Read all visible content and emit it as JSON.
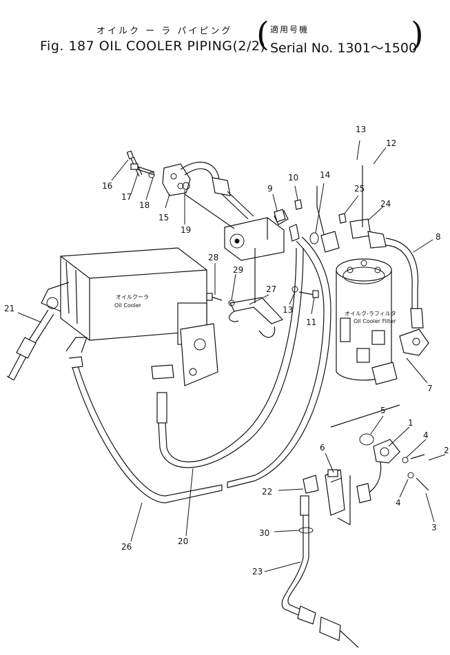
{
  "header": {
    "title_jp": "オイルク ー ラ パイピング",
    "title_en": "Fig. 187 OIL COOLER PIPING(2/2)",
    "serial_jp": "適用号機",
    "serial_en": "Serial No. 1301～1500"
  },
  "components": {
    "oil_cooler_jp": "オイルクーラ",
    "oil_cooler_en": "Oil Cooler",
    "filter_jp": "オイルク-ラフィルタ",
    "filter_en": "Oil Cooler Filter"
  },
  "callouts": {
    "n1": "1",
    "n2": "2",
    "n3": "3",
    "n4a": "4",
    "n4b": "4",
    "n5": "5",
    "n6": "6",
    "n7": "7",
    "n8": "8",
    "n9": "9",
    "n10": "10",
    "n11": "11",
    "n12": "12",
    "n13a": "13",
    "n13b": "13",
    "n14": "14",
    "n15": "15",
    "n16": "16",
    "n17": "17",
    "n18": "18",
    "n19": "19",
    "n20": "20",
    "n21": "21",
    "n22": "22",
    "n23": "23",
    "n25": "25",
    "n24": "24",
    "n26": "26",
    "n27": "27",
    "n28": "28",
    "n29": "29",
    "n30": "30"
  }
}
